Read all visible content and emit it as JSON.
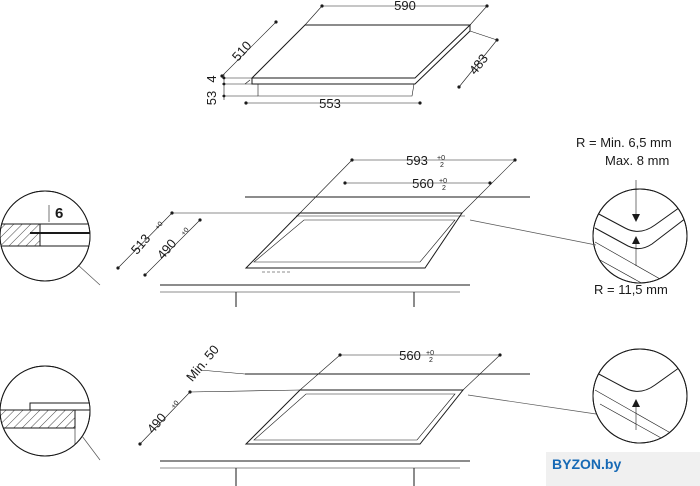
{
  "top_view": {
    "width": "590",
    "depth_top": "510",
    "depth_right": "483",
    "glass_thickness": "4",
    "box_height": "53",
    "box_width": "553"
  },
  "flush_mount": {
    "cutout_width": "593",
    "cutout_width_tol": "+0 / 2",
    "inner_width": "560",
    "inner_width_tol": "+0 / 2",
    "cutout_depth": "513",
    "cutout_depth_tol": "+0 / 2",
    "inner_depth": "490",
    "inner_depth_tol": "+0 / 2",
    "recess_depth": "6",
    "corner_radius_min": "R = Min. 6,5 mm",
    "corner_radius_max": "Max. 8 mm",
    "corner_radius_outer": "R = 11,5 mm"
  },
  "standard_mount": {
    "cutout_width": "560",
    "cutout_width_tol": "+0 / 2",
    "cutout_depth": "490",
    "cutout_depth_tol": "+0 / 2",
    "min_distance": "Min. 50"
  },
  "watermark": "BYZON.by"
}
